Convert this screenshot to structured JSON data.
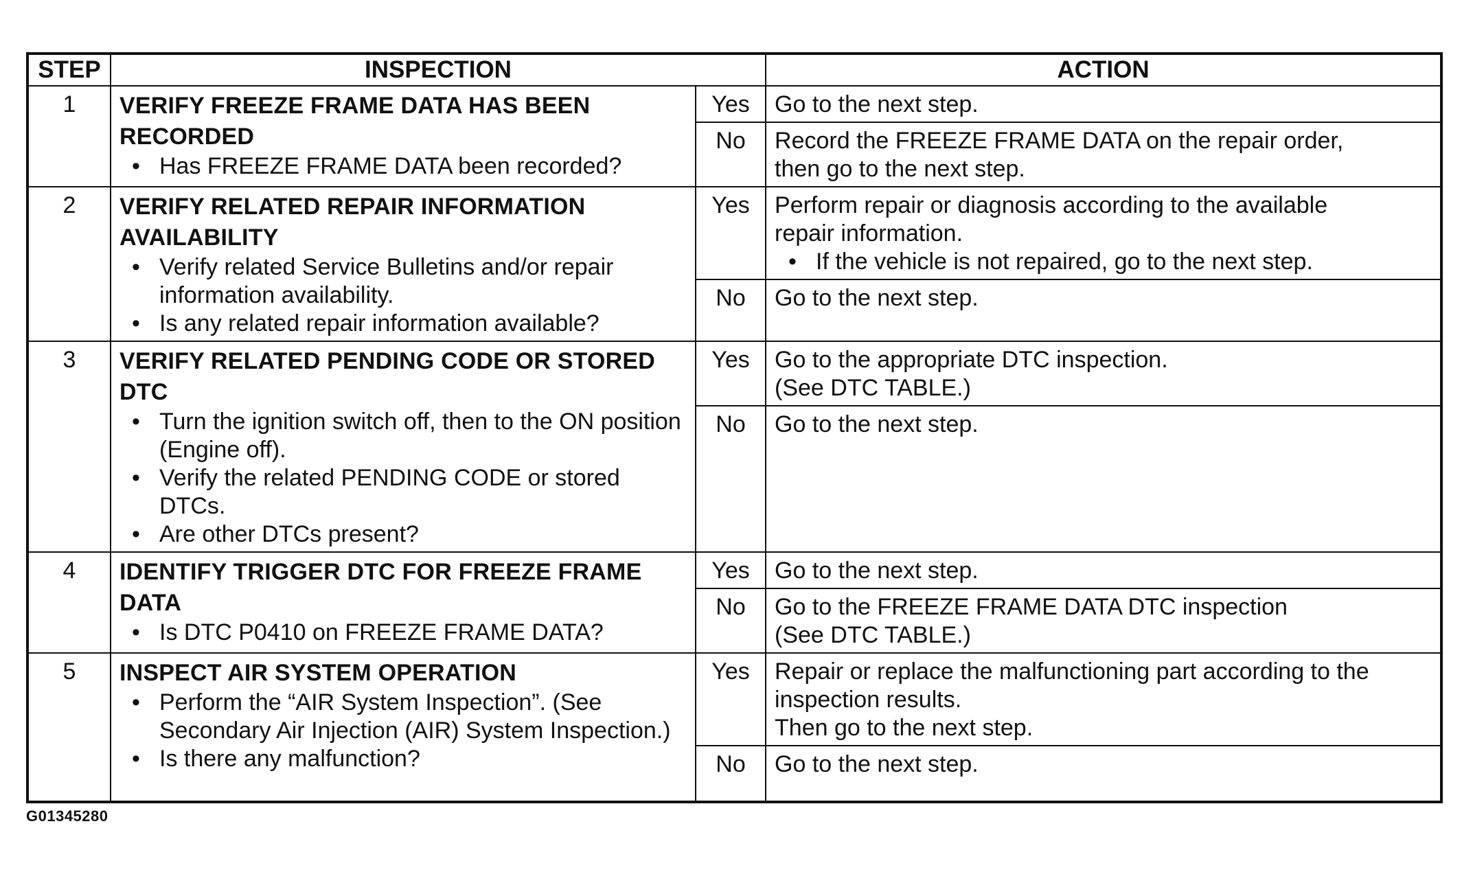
{
  "table": {
    "headers": {
      "step": "STEP",
      "inspection": "INSPECTION",
      "action": "ACTION"
    },
    "steps": [
      {
        "number": "1",
        "title": "VERIFY FREEZE FRAME DATA HAS BEEN RECORDED",
        "bullets": [
          "Has FREEZE FRAME DATA been recorded?"
        ],
        "yes": {
          "label": "Yes",
          "lines": [
            "Go to the next step."
          ],
          "bullets": []
        },
        "no": {
          "label": "No",
          "lines": [
            "Record the FREEZE FRAME DATA on the repair order,",
            "then go to the next step."
          ],
          "bullets": []
        }
      },
      {
        "number": "2",
        "title": "VERIFY RELATED REPAIR INFORMATION AVAILABILITY",
        "bullets": [
          "Verify related Service Bulletins and/or repair information availability.",
          "Is any related repair information available?"
        ],
        "yes": {
          "label": "Yes",
          "lines": [
            "Perform repair or diagnosis according to the available",
            "repair information."
          ],
          "bullets": [
            "If the vehicle is not repaired, go to the next step."
          ]
        },
        "no": {
          "label": "No",
          "lines": [
            "Go to the next step."
          ],
          "bullets": []
        }
      },
      {
        "number": "3",
        "title": "VERIFY RELATED PENDING CODE OR STORED DTC",
        "bullets": [
          "Turn the ignition switch off, then to the ON position (Engine off).",
          "Verify the related PENDING CODE or stored DTCs.",
          "Are other DTCs present?"
        ],
        "yes": {
          "label": "Yes",
          "lines": [
            "Go to the appropriate DTC inspection.",
            "(See DTC TABLE.)"
          ],
          "bullets": []
        },
        "no": {
          "label": "No",
          "lines": [
            "Go to the next step."
          ],
          "bullets": []
        }
      },
      {
        "number": "4",
        "title": "IDENTIFY TRIGGER DTC FOR FREEZE FRAME DATA",
        "bullets": [
          "Is DTC P0410 on FREEZE FRAME DATA?"
        ],
        "yes": {
          "label": "Yes",
          "lines": [
            "Go to the next step."
          ],
          "bullets": []
        },
        "no": {
          "label": "No",
          "lines": [
            "Go to the FREEZE FRAME DATA DTC inspection",
            "(See DTC TABLE.)"
          ],
          "bullets": []
        }
      },
      {
        "number": "5",
        "title": "INSPECT AIR SYSTEM OPERATION",
        "bullets": [
          "Perform the “AIR System Inspection”. (See Secondary Air Injection (AIR) System Inspection.)",
          "Is there any malfunction?"
        ],
        "yes": {
          "label": "Yes",
          "lines": [
            "Repair or replace the malfunctioning part according to the",
            "inspection results.",
            "Then go to the next step."
          ],
          "bullets": []
        },
        "no": {
          "label": "No",
          "lines": [
            "Go to the next step."
          ],
          "bullets": []
        }
      }
    ]
  },
  "figure_id": "G01345280"
}
